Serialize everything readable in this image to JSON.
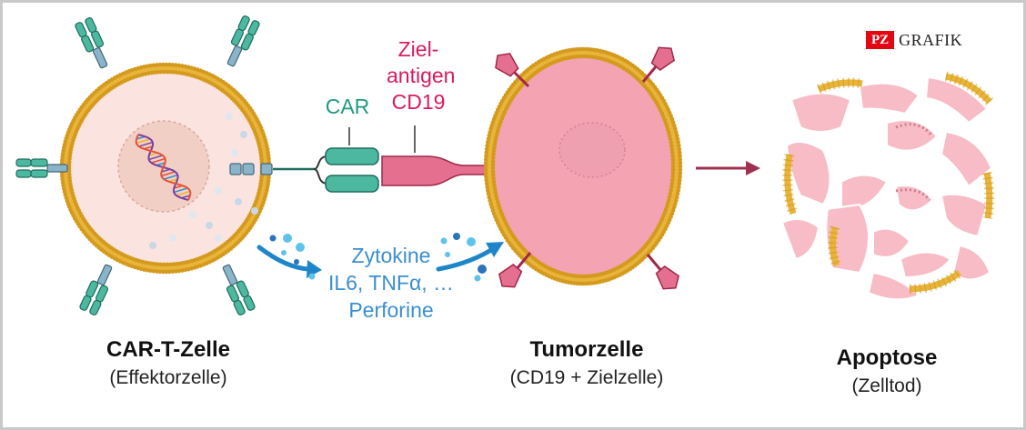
{
  "logo": {
    "badge": "PZ",
    "text": "GRAFIK"
  },
  "labels": {
    "car": "CAR",
    "zielantigen_line1": "Ziel-",
    "zielantigen_line2": "antigen",
    "zielantigen_line3": "CD19",
    "cytokines_line1": "Zytokine",
    "cytokines_line2": "IL6, TNFα, …",
    "cytokines_line3": "Perforine"
  },
  "captions": {
    "cart_title": "CAR-T-Zelle",
    "cart_sub": "(Effektorzelle)",
    "tumor_title": "Tumorzelle",
    "tumor_sub": "(CD19 + Zielzelle)",
    "apoptose_title": "Apoptose",
    "apoptose_sub": "(Zelltod)"
  },
  "colors": {
    "membrane": "#e8b53a",
    "membrane_dot": "#d49a1e",
    "car_receptor": "#4cb8a0",
    "tcr_receptor": "#8ab4c8",
    "antigen": "#e56f8e",
    "tumor_fill": "#f4a3b3",
    "tcell_fill": "#fbe3e0",
    "cytokine": "#3a8fd0",
    "arrow_dark": "#a03050",
    "logo_red": "#e30613"
  }
}
